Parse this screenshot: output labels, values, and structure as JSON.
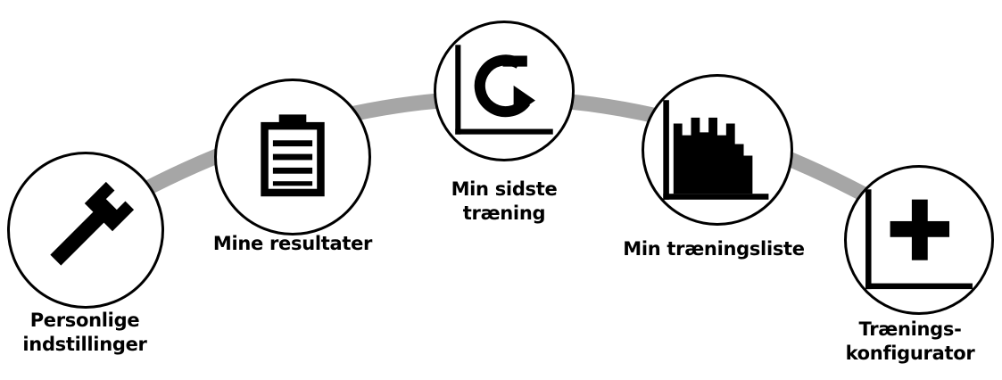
{
  "menu": {
    "items": [
      {
        "id": "settings",
        "icon": "wrench-icon",
        "label_lines": [
          "Personlige",
          "indstillinger"
        ]
      },
      {
        "id": "results",
        "icon": "clipboard-icon",
        "label_lines": [
          "Mine resultater"
        ]
      },
      {
        "id": "last-training",
        "icon": "repeat-chart-icon",
        "label_lines": [
          "Min sidste",
          "træning"
        ]
      },
      {
        "id": "training-list",
        "icon": "bar-chart-icon",
        "label_lines": [
          "Min træningsliste"
        ]
      },
      {
        "id": "training-config",
        "icon": "plus-chart-icon",
        "label_lines": [
          "Trænings-",
          "konfigurator"
        ]
      }
    ]
  },
  "colors": {
    "arc": "#a6a6a6",
    "icon": "#000000",
    "circle_border": "#000000",
    "background": "#ffffff"
  }
}
